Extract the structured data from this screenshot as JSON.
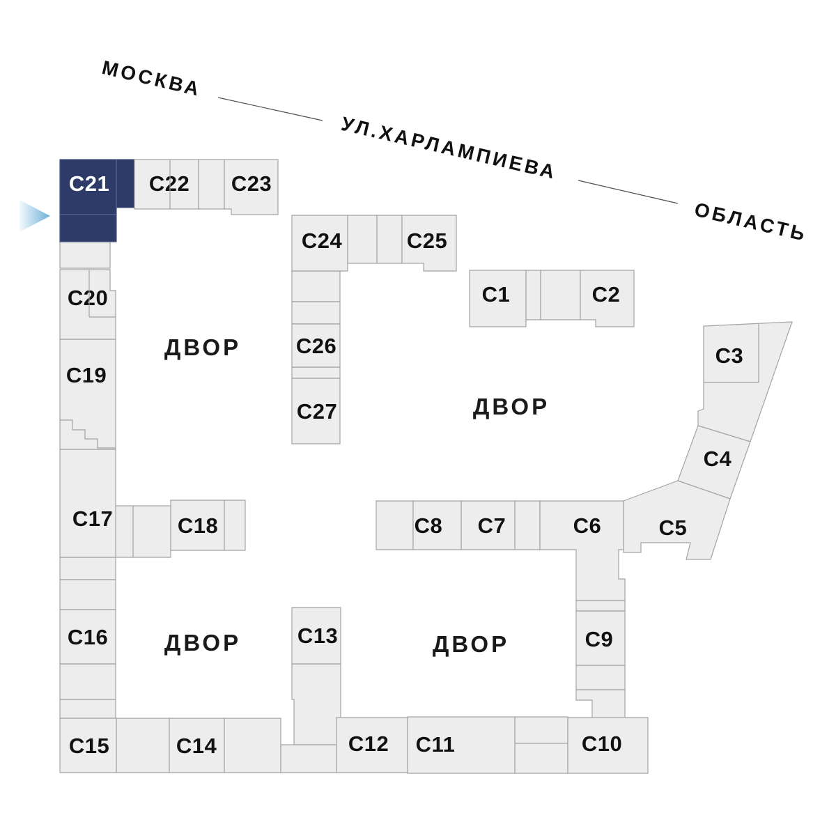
{
  "streets": {
    "city_label": "МОСКВА",
    "street_label": "УЛ.ХАРЛАМПИЕВА",
    "region_label": "ОБЛАСТЬ"
  },
  "courtyards": [
    {
      "label": "ДВОР"
    },
    {
      "label": "ДВОР"
    },
    {
      "label": "ДВОР"
    },
    {
      "label": "ДВОР"
    }
  ],
  "selected_building": "С21",
  "buildings": [
    {
      "label": "С1"
    },
    {
      "label": "С2"
    },
    {
      "label": "С3"
    },
    {
      "label": "С4"
    },
    {
      "label": "С5"
    },
    {
      "label": "С6"
    },
    {
      "label": "С7"
    },
    {
      "label": "С8"
    },
    {
      "label": "С9"
    },
    {
      "label": "С10"
    },
    {
      "label": "С11"
    },
    {
      "label": "С12"
    },
    {
      "label": "С13"
    },
    {
      "label": "С14"
    },
    {
      "label": "С15"
    },
    {
      "label": "С16"
    },
    {
      "label": "С17"
    },
    {
      "label": "С18"
    },
    {
      "label": "С19"
    },
    {
      "label": "С20"
    },
    {
      "label": "С21",
      "selected": true
    },
    {
      "label": "С22"
    },
    {
      "label": "С23"
    },
    {
      "label": "С24"
    },
    {
      "label": "С25"
    },
    {
      "label": "С26"
    },
    {
      "label": "С27"
    }
  ],
  "colors": {
    "selected": "#2E3A68",
    "building": "#EDEDED",
    "border": "#A3A3A3",
    "selected_border": "#4A567F",
    "label": "#111111",
    "selected_label": "#FFFFFF",
    "courtyard_label": "#1A1A1A",
    "street_label": "#111111",
    "street_line": "#4D4D4D",
    "arrow_start": "#F3FAFD",
    "arrow_end": "#6CB0D8",
    "background": "#FFFFFF"
  }
}
